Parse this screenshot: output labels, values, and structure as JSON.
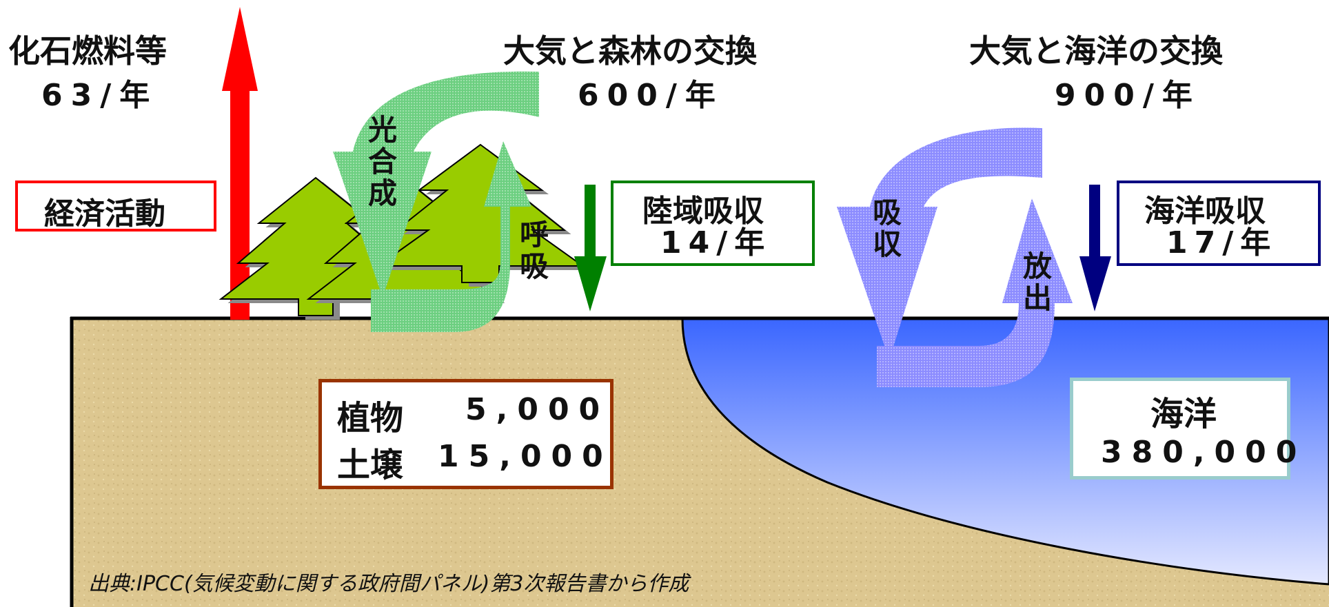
{
  "colors": {
    "fossil_arrow": "#ff0000",
    "land_arrow": "#008000",
    "ocean_arrow": "#000080",
    "forest_cycle": "#6ccf80",
    "ocean_cycle": "#8c8cff",
    "tree": "#99cc00",
    "soil": "#ddc790",
    "ocean_top": "#3a66ff",
    "ocean_bottom": "#e4e8ff",
    "plant_box_border": "#993300",
    "ocean_box_border": "#99cccc",
    "econ_box_border": "#ff0000",
    "land_box_border": "#008000",
    "ocean_abs_box_border": "#000080"
  },
  "fossil": {
    "title": "化石燃料等",
    "rate": "63/年"
  },
  "forest_exchange": {
    "title": "大気と森林の交換",
    "rate": "600/年",
    "photosynthesis": "光合成",
    "respiration": "呼吸"
  },
  "ocean_exchange": {
    "title": "大気と海洋の交換",
    "rate": "900/年",
    "absorption": "吸収",
    "release": "放出"
  },
  "economic_activity": "経済活動",
  "land_absorption": {
    "label": "陸域吸収",
    "rate": "14/年"
  },
  "ocean_absorption": {
    "label": "海洋吸収",
    "rate": "17/年"
  },
  "land_store": {
    "plants_label": "植物",
    "plants_value": "5,000",
    "soil_label": "土壌",
    "soil_value": "15,000"
  },
  "ocean_store": {
    "label": "海洋",
    "value": "380,000"
  },
  "source": "出典:IPCC(気候変動に関する政府間パネル)第3次報告書から作成"
}
